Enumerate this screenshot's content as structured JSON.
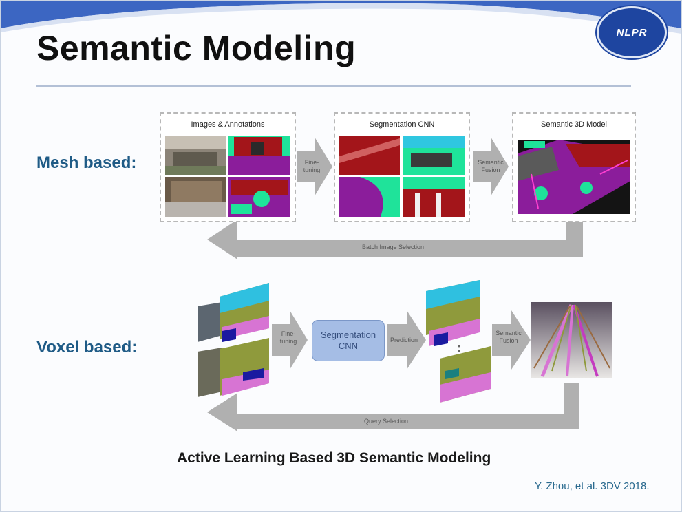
{
  "slide": {
    "title": "Semantic Modeling",
    "caption": "Active Learning Based 3D Semantic Modeling",
    "citation": "Y. Zhou, et al. 3DV 2018.",
    "logo_text": "NLPR"
  },
  "mesh": {
    "label": "Mesh based:",
    "panels": [
      {
        "title": "Images & Annotations"
      },
      {
        "title": "Segmentation CNN"
      },
      {
        "title": "Semantic 3D Model"
      }
    ],
    "arrows": [
      "Fine-\ntuning",
      "Semantic\nFusion"
    ],
    "feedback": "Batch Image Selection"
  },
  "voxel": {
    "label": "Voxel based:",
    "cnn_box": "Segmentation\nCNN",
    "arrows": [
      "Fine-\ntuning",
      "Prediction",
      "Semantic\nFusion"
    ],
    "feedback": "Query Selection"
  },
  "colors": {
    "accent_blue": "#1f5b86",
    "arrow_gray": "#b0b0b0",
    "cnn_box": "#a5bde5",
    "seg_purple": "#8b1d9b",
    "seg_green": "#1fe39a",
    "seg_red": "#a3151a",
    "seg_olive": "#8f9a3c",
    "seg_pink": "#d774d3"
  }
}
